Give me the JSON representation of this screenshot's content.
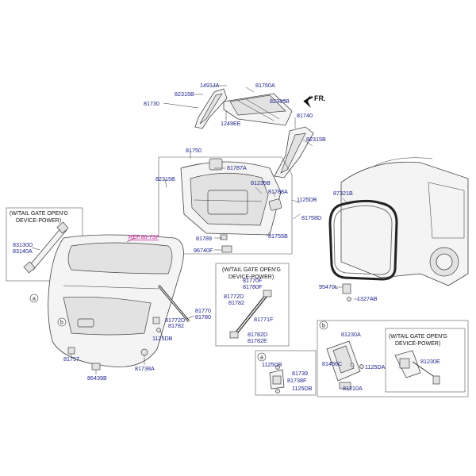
{
  "direction_label": "FR.",
  "ref_label": "REF.60-737",
  "notes": {
    "left_title_1": "(W/TAIL GATE OPEN'G",
    "left_title_2": "DEVICE-POWER)",
    "center_title_1": "(W/TAIL GATE OPEN'G",
    "center_title_2": "DEVICE-POWER)",
    "right_title_1": "(W/TAIL GATE OPEN'G",
    "right_title_2": "DEVICE-POWER)"
  },
  "callouts": {
    "a1": "a",
    "b1": "b",
    "a2": "a",
    "b2": "b"
  },
  "labels": [
    "1491JA",
    "82315B",
    "81760A",
    "81730",
    "82315B",
    "1249EE",
    "81740",
    "82315B",
    "81750",
    "81787A",
    "82315B",
    "81235B",
    "81788A",
    "1125DB",
    "81758D",
    "81789",
    "81755B",
    "96740F",
    "87321B",
    "95470L",
    "1327AB",
    "83130D",
    "83140A",
    "81770F",
    "81780F",
    "81772D",
    "81782",
    "81771F",
    "81782D",
    "81782E",
    "81770",
    "81780",
    "81772D",
    "81782",
    "1125DB",
    "81757",
    "86439B",
    "81738A",
    "1125DB",
    "81739",
    "81738F",
    "1125DB",
    "81230A",
    "81456C",
    "1125DA",
    "81210A",
    "81230E"
  ]
}
